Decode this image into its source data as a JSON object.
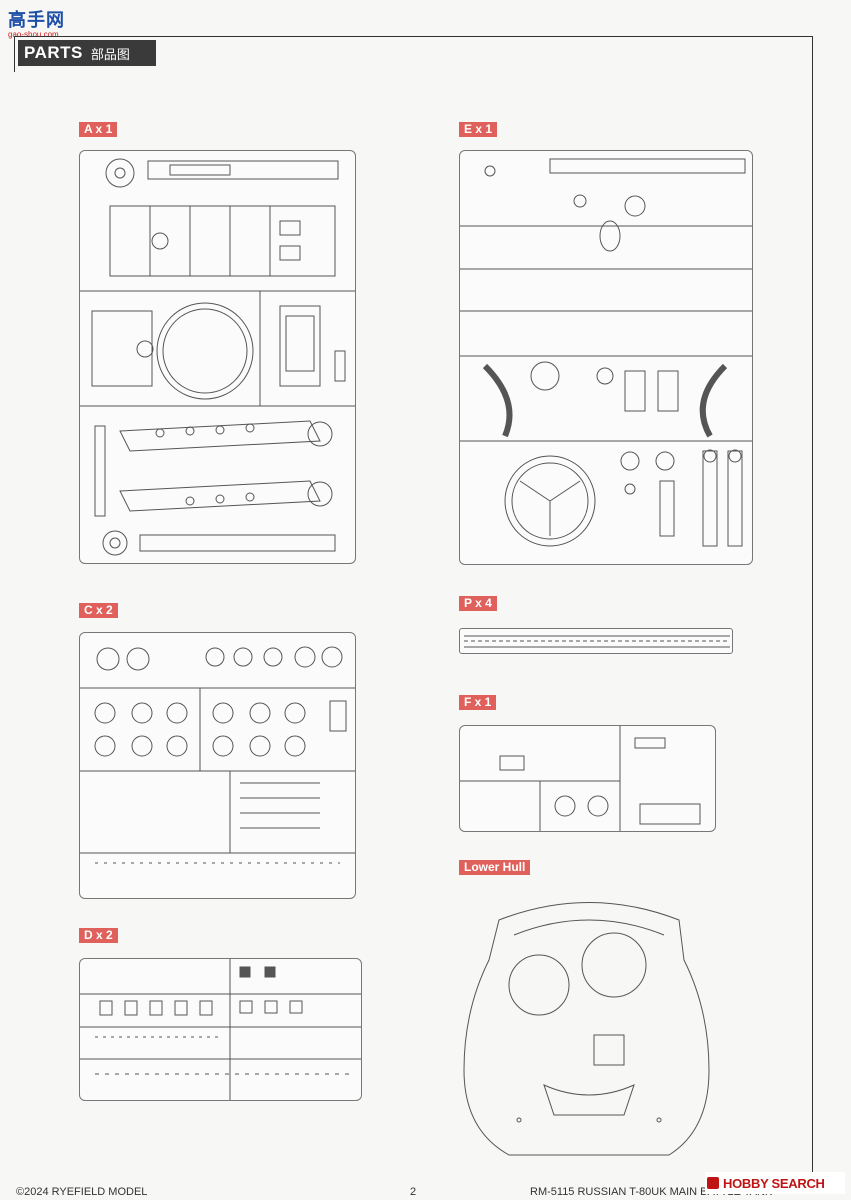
{
  "watermark": {
    "title": "高手网",
    "url": "gao-shou.com"
  },
  "header": {
    "title_en": "PARTS",
    "title_zh": "部品图"
  },
  "sections": {
    "A": "A x 1",
    "E": "E x 1",
    "C": "C x 2",
    "P": "P x 4",
    "F": "F x 1",
    "D": "D x 2",
    "lower_hull": "Lower Hull"
  },
  "footer": {
    "copyright": "©2024 RYEFIELD MODEL",
    "page": "2",
    "product": "RM-5115 RUSSIAN T-80UK MAIN BATTLE TANK"
  },
  "source_badge": {
    "text": "HOBBY SEARCH",
    "icon": "hobby-search-logo-icon"
  },
  "colors": {
    "label_bg": "#e0605b",
    "header_bg": "#3a3a3a",
    "badge": "#c01414"
  }
}
